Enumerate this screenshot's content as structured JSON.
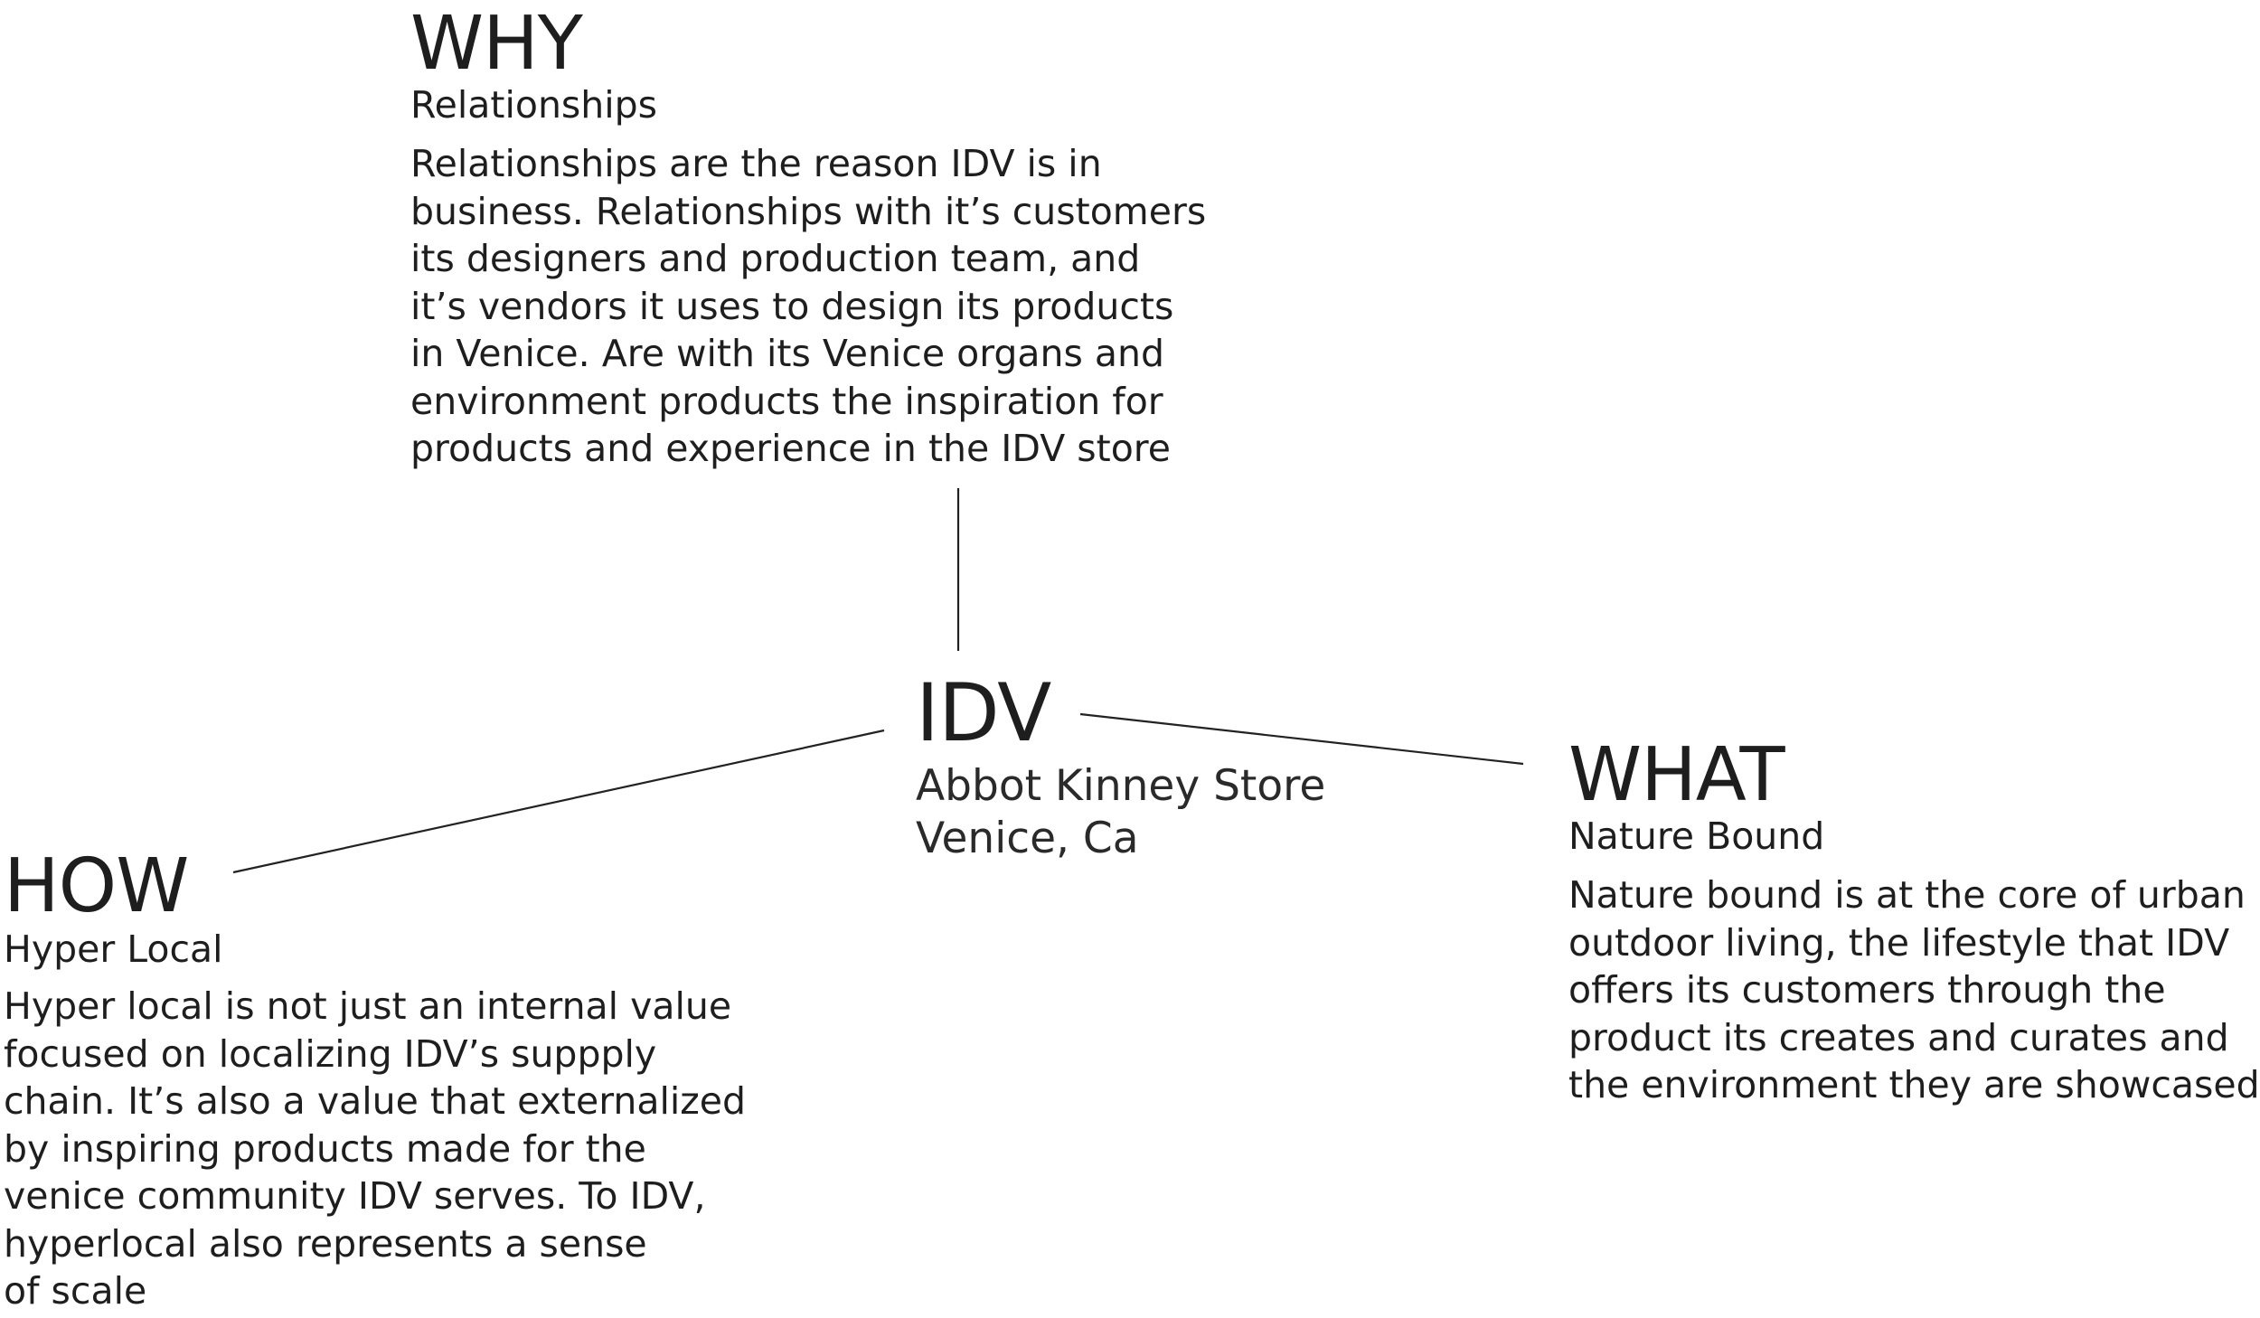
{
  "center": {
    "title": "IDV",
    "lines": [
      "Abbot Kinney Store",
      "Venice, Ca"
    ]
  },
  "why": {
    "title": "WHY",
    "subtitle": "Relationships",
    "lines": [
      "Relationships are the reason IDV is in",
      "business. Relationships with it’s customers",
      "its designers and production team, and",
      "it’s vendors it uses to design its products",
      "in Venice. Are with its Venice organs and",
      "environment products the inspiration for",
      "products and experience in the IDV store"
    ]
  },
  "how": {
    "title": "HOW",
    "subtitle": "Hyper Local",
    "lines": [
      "Hyper local is not just an internal value",
      "focused on localizing IDV’s suppply",
      "chain. It’s also a value that externalized",
      "by inspiring products made for the",
      "venice community IDV serves. To IDV,",
      "hyperlocal also represents a sense",
      "of scale"
    ]
  },
  "what": {
    "title": "WHAT",
    "subtitle": "Nature Bound",
    "lines": [
      "Nature bound is at the core of urban",
      "outdoor living, the lifestyle that IDV",
      "offers its customers through the",
      "product its creates and curates and",
      "the environment they are showcased in"
    ]
  }
}
